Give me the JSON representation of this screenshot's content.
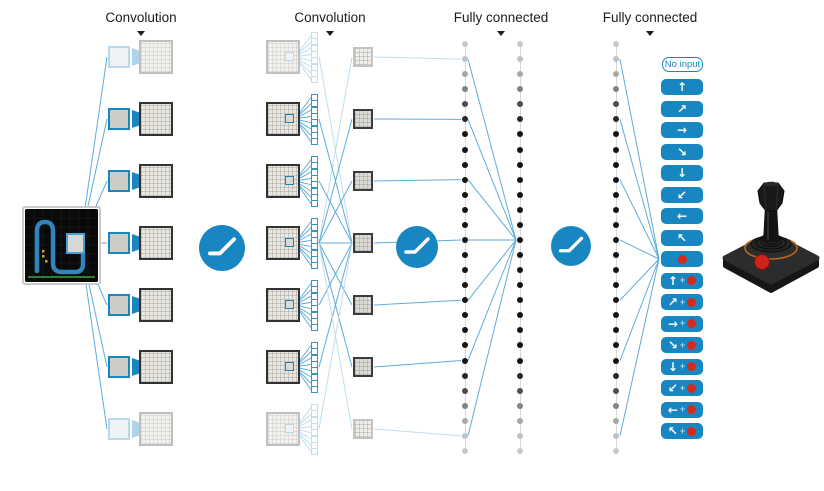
{
  "labels": {
    "layer1": "Convolution",
    "layer2": "Convolution",
    "layer3": "Fully connected",
    "layer4": "Fully connected"
  },
  "network": {
    "input": "atari-game-screen-with-highlighted-patch",
    "activation": "rectifier (relu) shown as blue circle between layers",
    "conv1_feature_maps": 7,
    "conv2_feature_maps": 7,
    "conv2_units_per_map": 8,
    "conv2_output_maps": 7,
    "fc1_units_shown": 28,
    "fc2_units_shown": 28,
    "output_actions": 18
  },
  "actions": {
    "no_input_label": "No input",
    "plus_symbol": "+",
    "buttons": [
      {
        "id": "up",
        "glyph": "↑",
        "with_fire": false
      },
      {
        "id": "up-right",
        "glyph": "↗",
        "with_fire": false
      },
      {
        "id": "right",
        "glyph": "→",
        "with_fire": false
      },
      {
        "id": "down-right",
        "glyph": "↘",
        "with_fire": false
      },
      {
        "id": "down",
        "glyph": "↓",
        "with_fire": false
      },
      {
        "id": "down-left",
        "glyph": "↙",
        "with_fire": false
      },
      {
        "id": "left",
        "glyph": "←",
        "with_fire": false
      },
      {
        "id": "up-left",
        "glyph": "↖",
        "with_fire": false
      },
      {
        "id": "fire",
        "glyph": "",
        "with_fire": true
      },
      {
        "id": "up-fire",
        "glyph": "↑",
        "with_fire": true
      },
      {
        "id": "up-right-fire",
        "glyph": "↗",
        "with_fire": true
      },
      {
        "id": "right-fire",
        "glyph": "→",
        "with_fire": true
      },
      {
        "id": "down-right-fire",
        "glyph": "↘",
        "with_fire": true
      },
      {
        "id": "down-fire",
        "glyph": "↓",
        "with_fire": true
      },
      {
        "id": "down-left-fire",
        "glyph": "↙",
        "with_fire": true
      },
      {
        "id": "left-fire",
        "glyph": "←",
        "with_fire": true
      },
      {
        "id": "up-left-fire",
        "glyph": "↖",
        "with_fire": true
      }
    ]
  },
  "colors": {
    "accent_blue": "#1886c0",
    "line_blue": "#5facda",
    "faded_line_blue": "#c0ddef",
    "fire_red": "#d6291b",
    "joystick_ring_orange": "#b4671f"
  }
}
